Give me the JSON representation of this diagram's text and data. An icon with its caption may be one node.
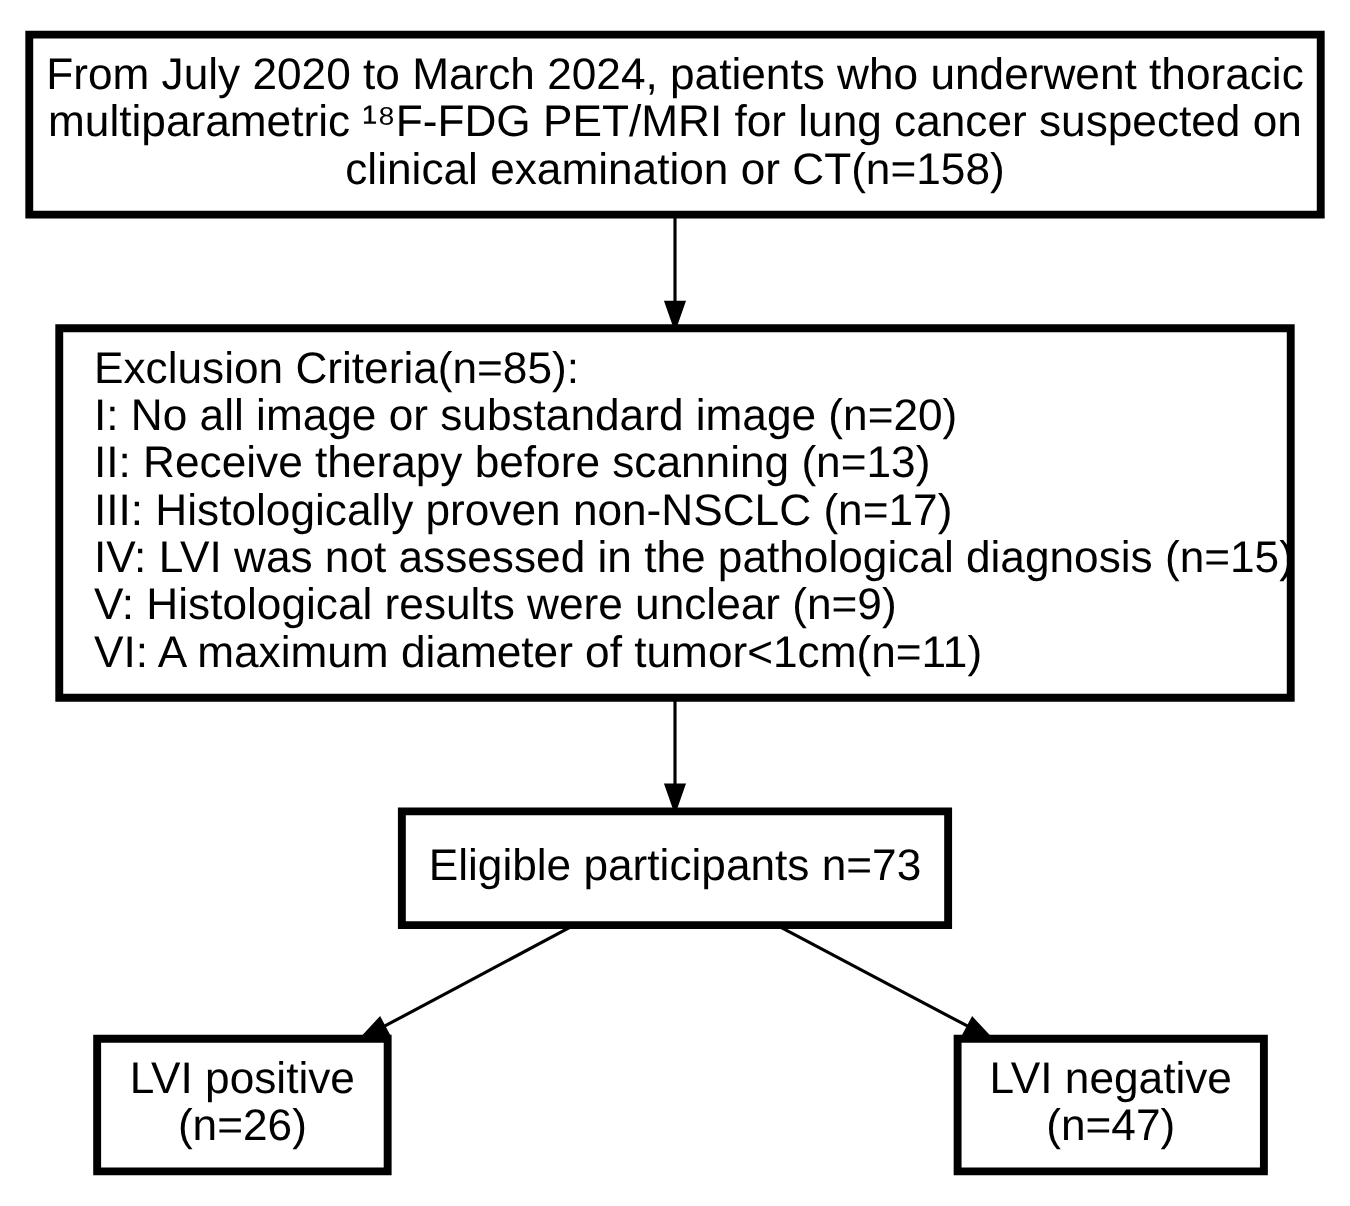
{
  "diagram": {
    "nodes": [
      {
        "text": [
          "From July 2020 to March 2024, patients who underwent thoracic multiparametric ¹⁸F-FDG PET/MRI for lung cancer suspected on clinical examination or CT(n=158)"
        ]
      },
      {
        "text": [
          "Exclusion Criteria(n=85):",
          "I: No all image or substandard image (n=20)",
          "II: Receive therapy before scanning (n=13)",
          "III: Histologically proven non-NSCLC (n=17)",
          "IV: LVI was not assessed in the pathological diagnosis (n=15)",
          "V: Histological results were unclear (n=9)",
          "VI: A maximum diameter of tumor<1cm(n=11)"
        ]
      },
      {
        "text": [
          "Eligible participants n=73"
        ]
      },
      {
        "text": [
          "LVI positive (n=26)"
        ]
      },
      {
        "text": [
          "LVI negative (n=47)"
        ]
      }
    ],
    "edges": [
      {
        "from": 0,
        "to": 1,
        "arrow": "to"
      },
      {
        "from": 1,
        "to": 2,
        "arrow": "to"
      },
      {
        "from": 2,
        "to": 3,
        "arrow": "to"
      },
      {
        "from": 2,
        "to": 4,
        "arrow": "to"
      }
    ]
  }
}
